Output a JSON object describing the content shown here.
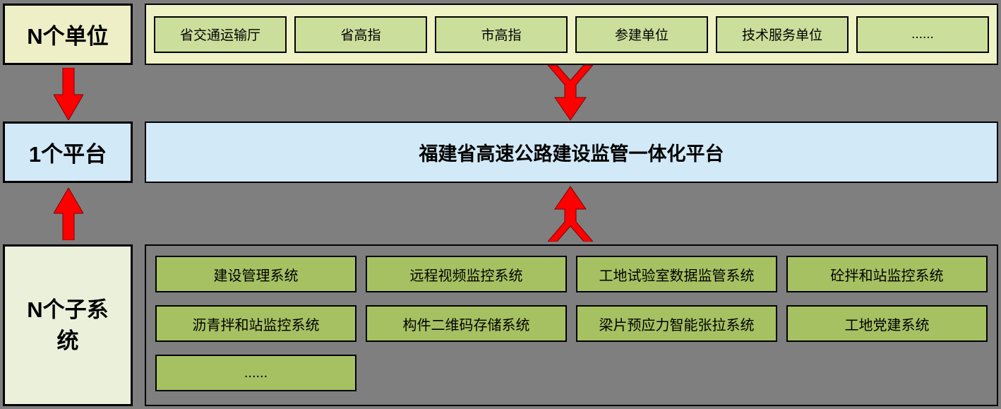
{
  "colors": {
    "background": "#7F7F7F",
    "top_label_bg": "#EEEFC6",
    "units_container_bg": "#EFF2C4",
    "unit_box_bg": "#CBDE9B",
    "platform_bg": "#D2E9F7",
    "bottom_label_bg": "#EBF0DB",
    "subsystem_box_bg": "#A6C162",
    "arrow_color": "#FF0000",
    "border_color": "#000000"
  },
  "top_row": {
    "label": "N个单位",
    "units": [
      "省交通运输厅",
      "省高指",
      "市高指",
      "参建单位",
      "技术服务单位",
      "......"
    ]
  },
  "platform_row": {
    "label": "1个平台",
    "title": "福建省高速公路建设监管一体化平台"
  },
  "bottom_row": {
    "label": "N个子系统",
    "subsystems": [
      "建设管理系统",
      "远程视频监控系统",
      "工地试验室数据监管系统",
      "砼拌和站监控系统",
      "沥青拌和站监控系统",
      "构件二维码存储系统",
      "梁片预应力智能张拉系统",
      "工地党建系统",
      "......"
    ]
  }
}
